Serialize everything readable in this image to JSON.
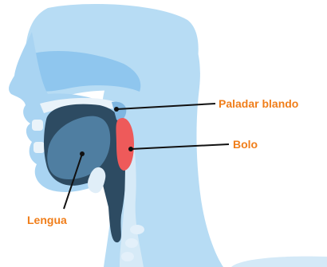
{
  "labels": {
    "soft_palate": "Paladar blando",
    "bolus": "Bolo",
    "tongue": "Lengua"
  },
  "colors": {
    "label_text": "#f07e1a",
    "leader_line": "#111111",
    "skin_light": "#b7dcf4",
    "skin_mid": "#97ccef",
    "skin_outline": "#7fc0ea",
    "cavity_dark": "#2d4b62",
    "tongue": "#4f7ea1",
    "bolus": "#ee5a5a",
    "teeth_bone": "#e9f3fa"
  },
  "icons": {
    "head_illustration": "head-cross-section-illustration"
  }
}
